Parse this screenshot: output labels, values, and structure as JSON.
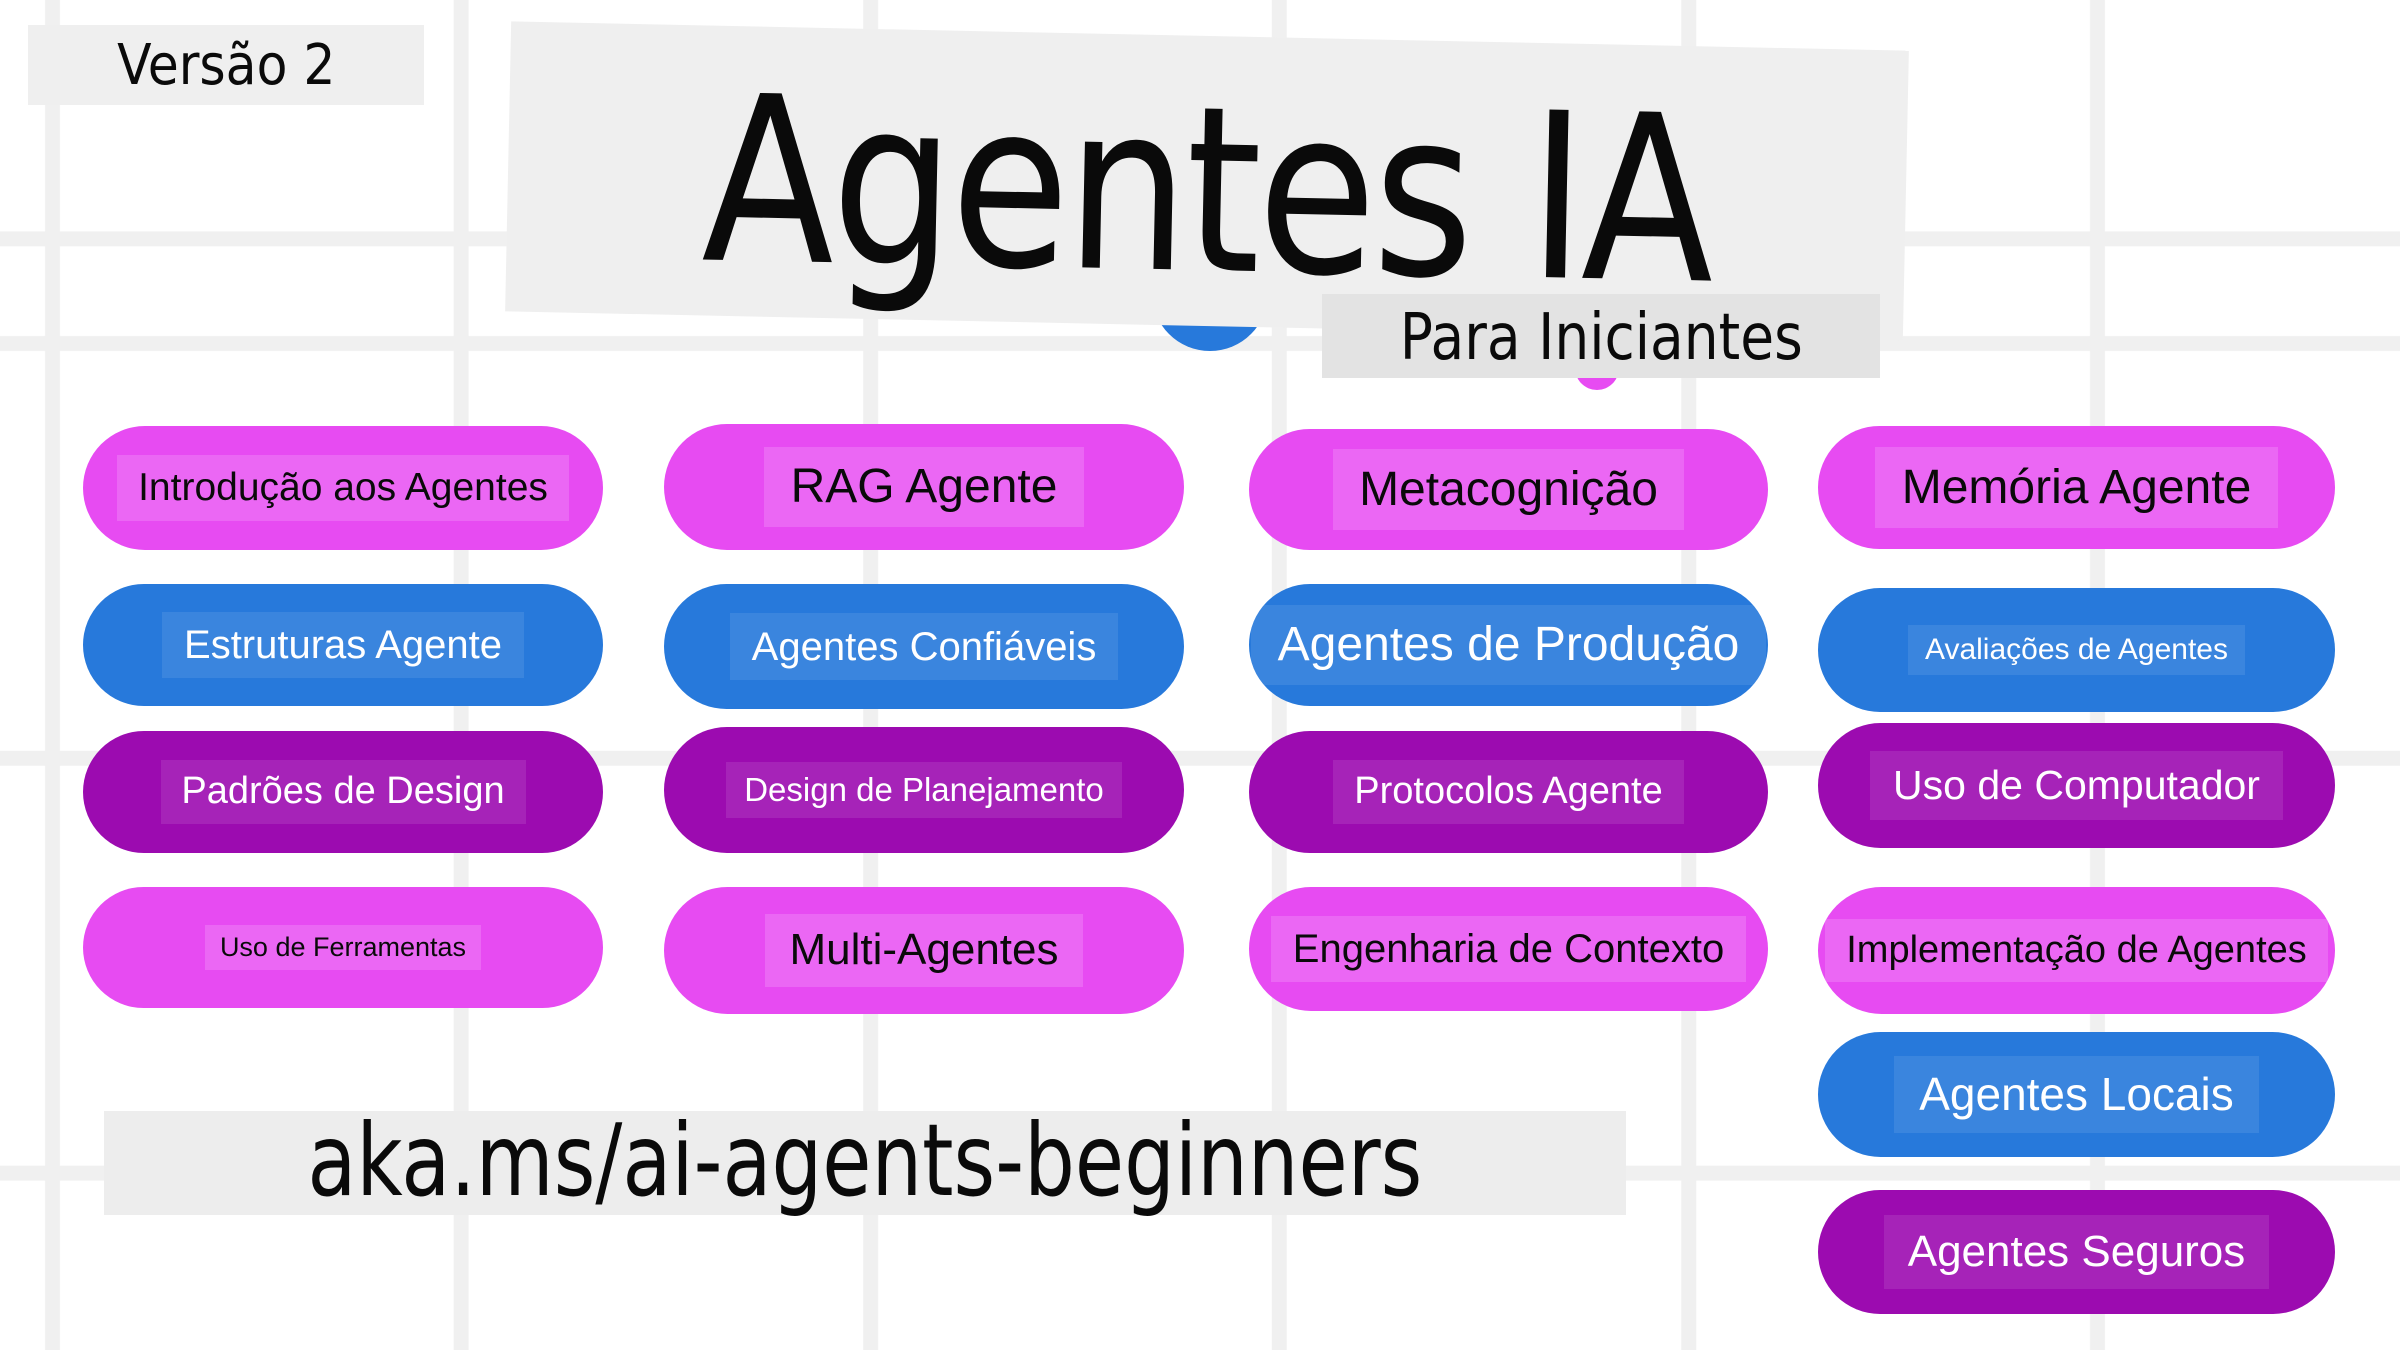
{
  "version_badge": "Versão 2",
  "title": "Agentes IA",
  "subtitle": "Para Iniciantes",
  "url": "aka.ms/ai-agents-beginners",
  "palette": {
    "magenta": "#E74BF2",
    "blue": "#2779DB",
    "purple": "#9C0BB0",
    "panel": "#EFEFEF",
    "subtitle_panel": "#E3E3E3",
    "url_panel": "#EDEDED",
    "grid": "#F0F0F0",
    "text_dark": "#0A0A0A",
    "text_light": "#FFFFFF"
  },
  "columns": [
    {
      "items": [
        {
          "label": "Introdução aos Agentes",
          "color": "magenta"
        },
        {
          "label": "Estruturas Agente",
          "color": "blue"
        },
        {
          "label": "Padrões de Design",
          "color": "purple"
        },
        {
          "label": "Uso de Ferramentas",
          "color": "magenta"
        }
      ]
    },
    {
      "items": [
        {
          "label": "RAG Agente",
          "color": "magenta"
        },
        {
          "label": "Agentes Confiáveis",
          "color": "blue"
        },
        {
          "label": "Design de Planejamento",
          "color": "purple"
        },
        {
          "label": "Multi-Agentes",
          "color": "magenta"
        }
      ]
    },
    {
      "items": [
        {
          "label": "Metacognição",
          "color": "magenta"
        },
        {
          "label": "Agentes de Produção",
          "color": "blue"
        },
        {
          "label": "Protocolos Agente",
          "color": "purple"
        },
        {
          "label": "Engenharia de Contexto",
          "color": "magenta"
        }
      ]
    },
    {
      "items": [
        {
          "label": "Memória Agente",
          "color": "magenta"
        },
        {
          "label": "Avaliações de Agentes",
          "color": "blue"
        },
        {
          "label": "Uso de Computador",
          "color": "purple"
        },
        {
          "label": "Implementação de Agentes",
          "color": "magenta"
        },
        {
          "label": "Agentes Locais",
          "color": "blue"
        },
        {
          "label": "Agentes Seguros",
          "color": "purple"
        }
      ]
    }
  ]
}
